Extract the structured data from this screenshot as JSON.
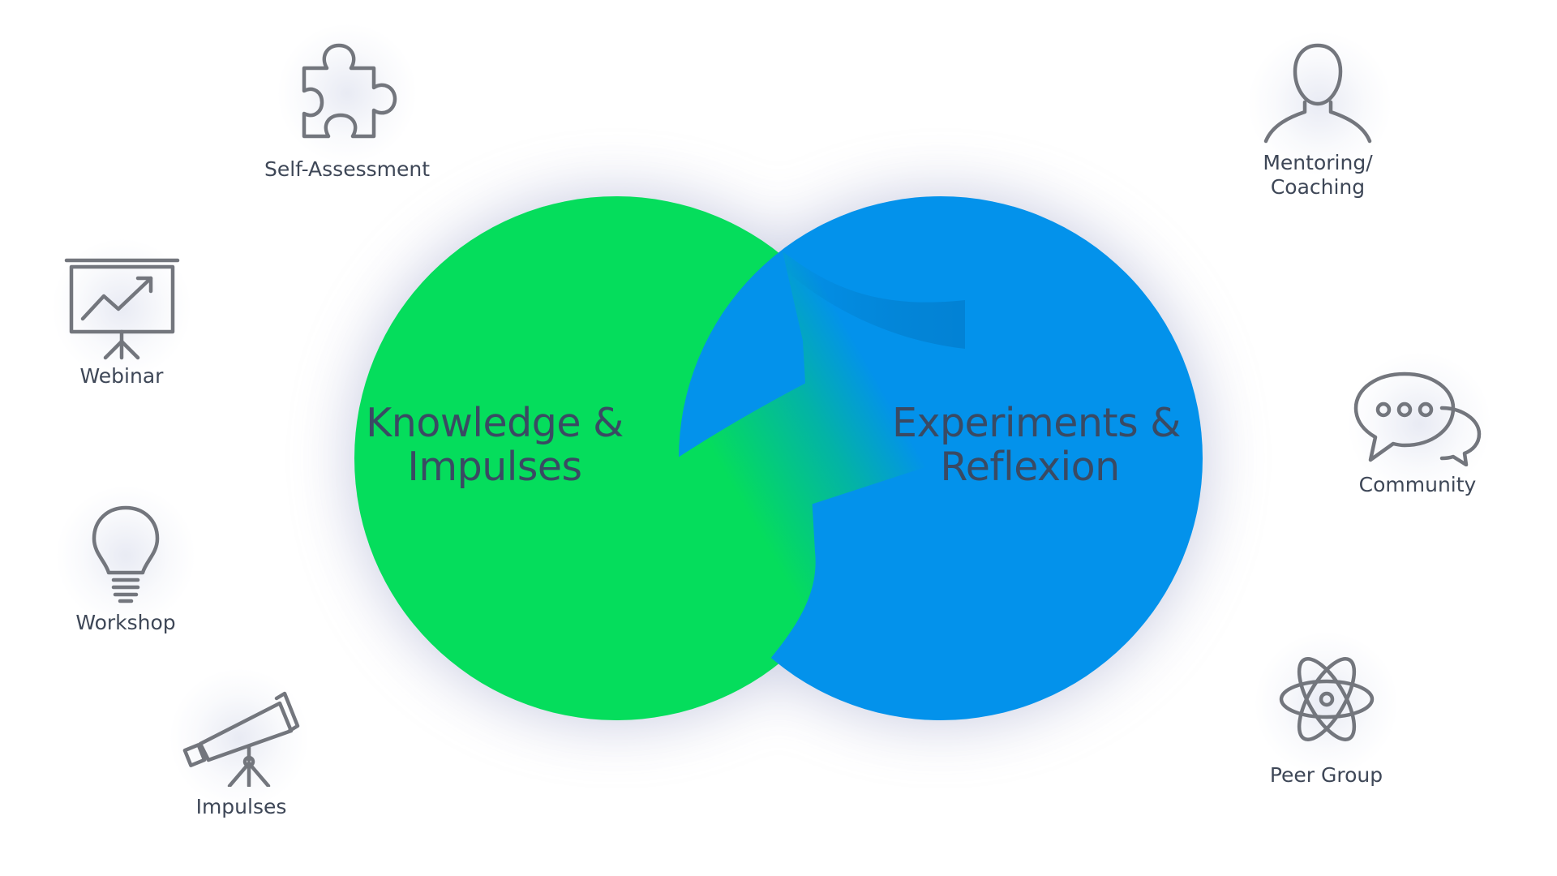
{
  "center": {
    "left_title_line1": "Knowledge &",
    "left_title_line2": "Impulses",
    "right_title_line1": "Experiments &",
    "right_title_line2": "Reflexion",
    "colors": {
      "green": "#05dd5c",
      "blue": "#0392eb",
      "text": "#3a4a63"
    }
  },
  "items": {
    "self_assessment": {
      "label": "Self-Assessment",
      "icon": "puzzle-piece-icon"
    },
    "webinar": {
      "label": "Webinar",
      "icon": "presentation-chart-icon"
    },
    "workshop": {
      "label": "Workshop",
      "icon": "lightbulb-icon"
    },
    "impulses": {
      "label": "Impulses",
      "icon": "telescope-icon"
    },
    "mentoring": {
      "label_line1": "Mentoring/",
      "label_line2": "Coaching",
      "icon": "person-icon"
    },
    "community": {
      "label": "Community",
      "icon": "chat-bubbles-icon"
    },
    "peer_group": {
      "label": "Peer Group",
      "icon": "atom-icon"
    }
  },
  "icon_color": "#73767d",
  "label_color": "#3e4757"
}
